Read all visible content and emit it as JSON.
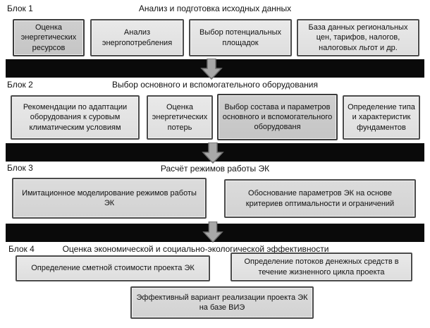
{
  "diagram": {
    "kind": "flowchart",
    "language": "ru",
    "colors": {
      "background": "#ffffff",
      "box_fill_light": "#e4e4e4",
      "box_fill_dark": "#cacaca",
      "box_border": "#4b4b4b",
      "separator_bar": "#0a0a0a",
      "arrow_fill": "#a8a8a8",
      "arrow_stroke": "#6f6f6f",
      "text": "#111111"
    },
    "blocks": [
      {
        "label": "Блок 1",
        "title": "Анализ и подготовка исходных данных",
        "boxes": [
          {
            "text": "Оценка энергетических ресурсов"
          },
          {
            "text": "Анализ энергопотребления"
          },
          {
            "text": "Выбор потенциальных площадок"
          },
          {
            "text": "База данных региональных цен, тарифов, налогов, налоговых льгот и др."
          }
        ]
      },
      {
        "label": "Блок 2",
        "title": "Выбор основного и вспомогательного оборудования",
        "boxes": [
          {
            "text": "Рекомендации по адаптации оборудования к суровым климатическим  условиям"
          },
          {
            "text": "Оценка энергетических потерь"
          },
          {
            "text": "Выбор состава и параметров основного и вспомогательного оборудованя"
          },
          {
            "text": "Определение типа и характеристик фундаментов"
          }
        ]
      },
      {
        "label": "Блок 3",
        "title": "Расчёт режимов работы ЭК",
        "boxes": [
          {
            "text": "Имитационное моделирование режимов работы ЭК"
          },
          {
            "text": "Обоснование параметров ЭК на основе критериев оптимальности и ограничений"
          }
        ]
      },
      {
        "label": "Блок 4",
        "title": "Оценка экономической и социально-экологической эффективности",
        "boxes": [
          {
            "text": "Определение сметной стоимости проекта ЭК"
          },
          {
            "text": "Определение потоков денежных средств в течение жизненного цикла проекта"
          }
        ],
        "result_box": {
          "text": "Эффективный вариант реализации проекта ЭК на базе ВИЭ"
        }
      }
    ]
  }
}
